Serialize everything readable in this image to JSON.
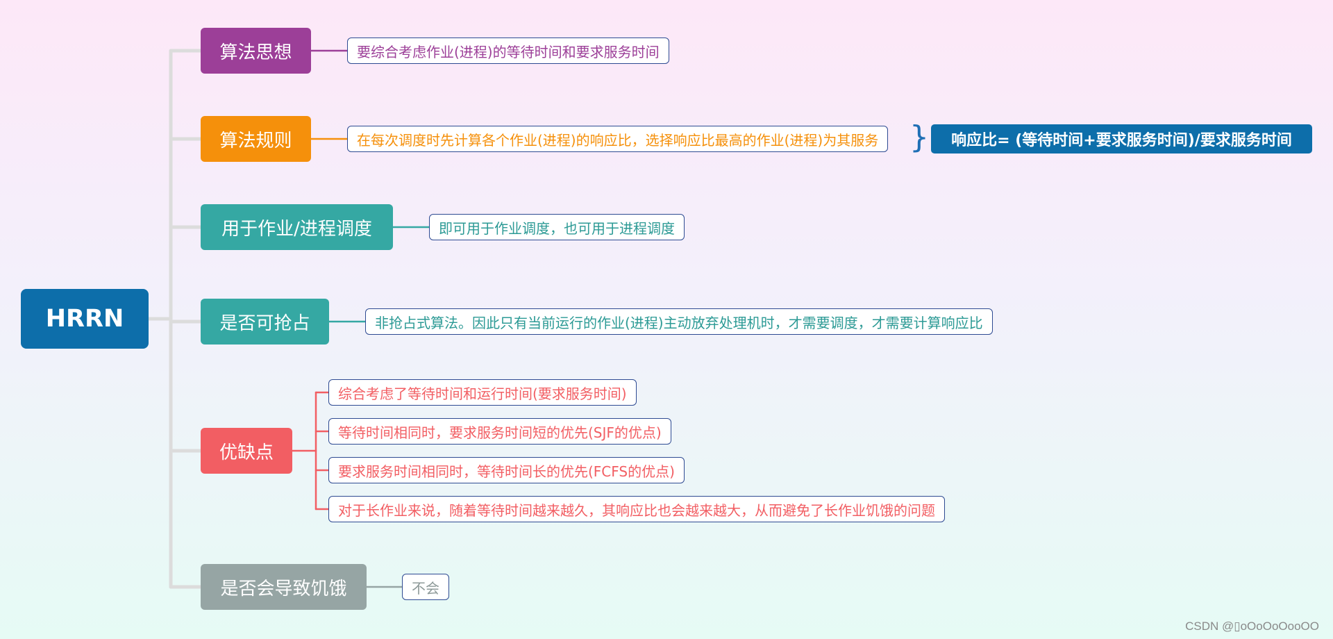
{
  "root": {
    "label": "HRRN",
    "color": "#0d6eaa"
  },
  "branches": [
    {
      "key": "idea",
      "label": "算法思想",
      "color": "#9c3f98",
      "leaves": [
        "要综合考虑作业(进程)的等待时间和要求服务时间"
      ]
    },
    {
      "key": "rule",
      "label": "算法规则",
      "color": "#f5900b",
      "leaves": [
        "在每次调度时先计算各个作业(进程)的响应比，选择响应比最高的作业(进程)为其服务"
      ]
    },
    {
      "key": "usage",
      "label": "用于作业/进程调度",
      "color": "#35a8a3",
      "leaves": [
        "即可用于作业调度，也可用于进程调度"
      ]
    },
    {
      "key": "preempt",
      "label": "是否可抢占",
      "color": "#35a8a3",
      "leaves": [
        "非抢占式算法。因此只有当前运行的作业(进程)主动放弃处理机时，才需要调度，才需要计算响应比"
      ]
    },
    {
      "key": "pros",
      "label": "优缺点",
      "color": "#f25e63",
      "leaves": [
        "综合考虑了等待时间和运行时间(要求服务时间)",
        "等待时间相同时，要求服务时间短的优先(SJF的优点)",
        "要求服务时间相同时，等待时间长的优先(FCFS的优点)",
        "对于长作业来说，随着等待时间越来越久，其响应比也会越来越大，从而避免了长作业饥饿的问题"
      ]
    },
    {
      "key": "starve",
      "label": "是否会导致饥饿",
      "color": "#96a5a4",
      "leaves": [
        "不会"
      ]
    }
  ],
  "formula": {
    "label": "响应比= (等待时间+要求服务时间)/要求服务时间",
    "color": "#0d6eaa"
  },
  "brace": {
    "glyph": "}"
  },
  "watermark": {
    "label": "CSDN @▯oOoOoOooOO"
  },
  "colors": {
    "tree_line": "#dcdcdc",
    "leaf_border": "#2d4a92",
    "usage_text": "#2c9a95",
    "starve_text": "#8e9a99"
  }
}
